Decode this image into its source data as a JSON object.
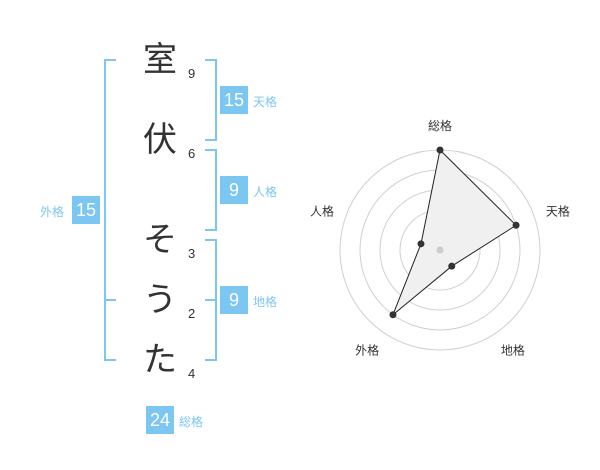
{
  "name": {
    "chars": [
      {
        "char": "室",
        "strokes": "9"
      },
      {
        "char": "伏",
        "strokes": "6"
      },
      {
        "char": "そ",
        "strokes": "3"
      },
      {
        "char": "う",
        "strokes": "2"
      },
      {
        "char": "た",
        "strokes": "4"
      }
    ]
  },
  "fortunes": {
    "tenkaku": {
      "value": "15",
      "label": "天格"
    },
    "jinkaku": {
      "value": "9",
      "label": "人格"
    },
    "chikaku": {
      "value": "9",
      "label": "地格"
    },
    "gaikaku": {
      "value": "15",
      "label": "外格"
    },
    "soukaku": {
      "value": "24",
      "label": "総格"
    }
  },
  "colors": {
    "accent": "#7cc7f2",
    "text": "#333333",
    "grid": "#cccccc",
    "fill": "#f0f0f0"
  },
  "chart_data": {
    "type": "radar",
    "axes": [
      "総格",
      "天格",
      "地格",
      "外格",
      "人格"
    ],
    "values": [
      5,
      4,
      1,
      4,
      1
    ],
    "range": [
      0,
      5
    ],
    "rings": 5
  }
}
